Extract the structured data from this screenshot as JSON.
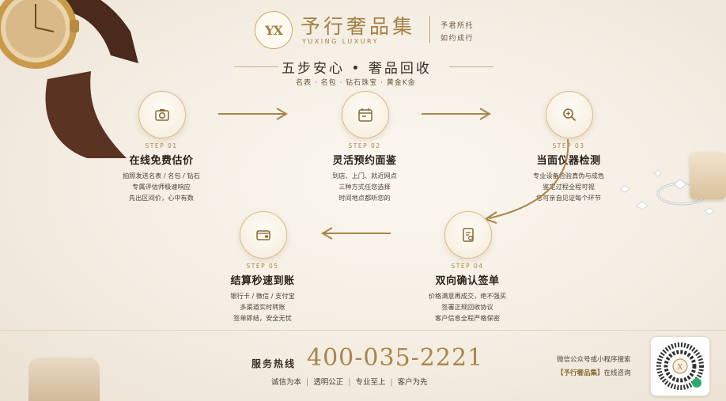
{
  "brand": {
    "logo_mark": "YX",
    "name_cn": "予行奢品集",
    "name_en": "YUXING LUXURY",
    "slogan_1": "予君所托",
    "slogan_2": "如约成行"
  },
  "headline": {
    "title": "五步安心  •  奢品回收",
    "subtitle": "名表 · 名包 · 钻石珠宝 · 黄金K金"
  },
  "steps": [
    {
      "label": "STEP 01",
      "title": "在线免费估价",
      "desc": [
        "拍照发送名表 / 名包 / 钻石",
        "专属评估师极速响应",
        "先出区间价，心中有数"
      ],
      "icon": "camera-icon"
    },
    {
      "label": "STEP 02",
      "title": "灵活预约面鉴",
      "desc": [
        "到店、上门、就近网点",
        "三种方式任您选择",
        "时间地点都听您的"
      ],
      "icon": "calendar-icon"
    },
    {
      "label": "STEP 03",
      "title": "当面仪器检测",
      "desc": [
        "专业设备检验真伪与成色",
        "鉴定过程全程可视",
        "您可亲自见证每个环节"
      ],
      "icon": "magnifier-icon"
    },
    {
      "label": "STEP 04",
      "title": "双向确认签单",
      "desc": [
        "价格满意再成交，绝不强买",
        "签署正规回收协议",
        "客户信息全程严格保密"
      ],
      "icon": "contract-icon"
    },
    {
      "label": "STEP 05",
      "title": "结算秒速到账",
      "desc": [
        "银行卡 / 微信 / 支付宝",
        "多渠道实时转账",
        "签单即结，安全无忧"
      ],
      "icon": "wallet-icon"
    }
  ],
  "footer": {
    "hotline_label": "服务热线",
    "hotline_number": "400-035-2221",
    "values": [
      "诚信为本",
      "透明公正",
      "专业至上",
      "客户为先"
    ],
    "wechat_line1": "微信公众号或小程序搜索",
    "wechat_brand": "【予行奢品集】",
    "wechat_line2_suffix": "在线咨询",
    "qr_icon": "qr-code-icon"
  },
  "colors": {
    "accent": "#a98649",
    "text_dark": "#2b2219",
    "background": "#f6f0e6"
  }
}
